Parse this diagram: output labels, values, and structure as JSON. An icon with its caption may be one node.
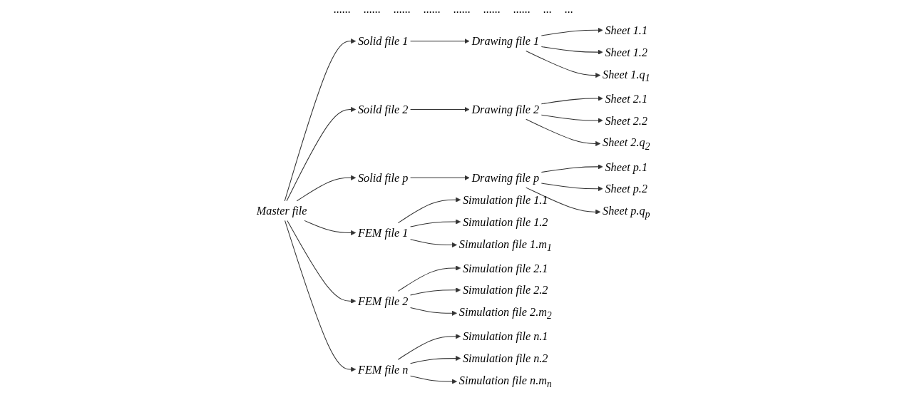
{
  "diagram": {
    "nodes": [
      {
        "text": [
          "Master file"
        ]
      },
      {
        "text": [
          "Solid file 1"
        ]
      },
      {
        "text": [
          "Soild file 2"
        ]
      },
      {
        "text": [
          "Solid file p"
        ]
      },
      {
        "text": [
          "Drawing file 1"
        ]
      },
      {
        "text": [
          "Drawing file 2"
        ]
      },
      {
        "text": [
          "Drawing file p"
        ]
      },
      {
        "text": [
          "Sheet 1.1"
        ]
      },
      {
        "text": [
          "Sheet 1.2"
        ]
      },
      {
        "text": [
          "Sheet 1.q$_{1}$"
        ]
      },
      {
        "text": [
          "Sheet 2.1"
        ]
      },
      {
        "text": [
          "Sheet 2.2"
        ]
      },
      {
        "text": [
          "Sheet 2.q$_{2}$"
        ]
      },
      {
        "text": [
          "Sheet p.1"
        ]
      },
      {
        "text": [
          "Sheet p.2"
        ]
      },
      {
        "text": [
          "Sheet p.q$_{p}$"
        ]
      },
      {
        "text": [
          "FEM file 1"
        ]
      },
      {
        "text": [
          "FEM file 2"
        ]
      },
      {
        "text": [
          "FEM file n"
        ]
      },
      {
        "text": [
          "Simulation file 1.1"
        ]
      },
      {
        "text": [
          "Simulation file 1.2"
        ]
      },
      {
        "text": [
          "Simulation file 1.m$_{1}$"
        ]
      },
      {
        "text": [
          "Simulation file 2.1"
        ]
      },
      {
        "text": [
          "Simulation file 2.2"
        ]
      },
      {
        "text": [
          "Simulation file 2.m$_{2}$"
        ]
      },
      {
        "text": [
          "Simulation file n.1"
        ]
      },
      {
        "text": [
          "Simulation file n.2"
        ]
      },
      {
        "text": [
          "Simulation file n.m$_{n}$"
        ]
      }
    ],
    "edges": [
      {
        "from": 0,
        "to": 1,
        "arrow": "to"
      },
      {
        "from": 0,
        "to": 2,
        "arrow": "to"
      },
      {
        "from": 0,
        "to": 3,
        "arrow": "to"
      },
      {
        "from": 1,
        "to": 4,
        "arrow": "to"
      },
      {
        "from": 2,
        "to": 5,
        "arrow": "to"
      },
      {
        "from": 3,
        "to": 6,
        "arrow": "to"
      },
      {
        "from": 4,
        "to": 7,
        "arrow": "to"
      },
      {
        "from": 4,
        "to": 8,
        "arrow": "to"
      },
      {
        "from": 4,
        "to": 9,
        "arrow": "to"
      },
      {
        "from": 5,
        "to": 10,
        "arrow": "to"
      },
      {
        "from": 5,
        "to": 11,
        "arrow": "to"
      },
      {
        "from": 5,
        "to": 12,
        "arrow": "to"
      },
      {
        "from": 6,
        "to": 13,
        "arrow": "to"
      },
      {
        "from": 6,
        "to": 14,
        "arrow": "to"
      },
      {
        "from": 6,
        "to": 15,
        "arrow": "to"
      },
      {
        "from": 0,
        "to": 16,
        "arrow": "to"
      },
      {
        "from": 0,
        "to": 17,
        "arrow": "to"
      },
      {
        "from": 0,
        "to": 18,
        "arrow": "to"
      },
      {
        "from": 16,
        "to": 19,
        "arrow": "to"
      },
      {
        "from": 16,
        "to": 20,
        "arrow": "to"
      },
      {
        "from": 16,
        "to": 21,
        "arrow": "to"
      },
      {
        "from": 17,
        "to": 22,
        "arrow": "to"
      },
      {
        "from": 17,
        "to": 23,
        "arrow": "to"
      },
      {
        "from": 17,
        "to": 24,
        "arrow": "to"
      },
      {
        "from": 18,
        "to": 25,
        "arrow": "to"
      },
      {
        "from": 18,
        "to": 26,
        "arrow": "to"
      },
      {
        "from": 18,
        "to": 27,
        "arrow": "to"
      }
    ],
    "labels": [
      "......",
      "......",
      "......",
      "......",
      "......",
      "......",
      "......",
      "...",
      "..."
    ]
  }
}
